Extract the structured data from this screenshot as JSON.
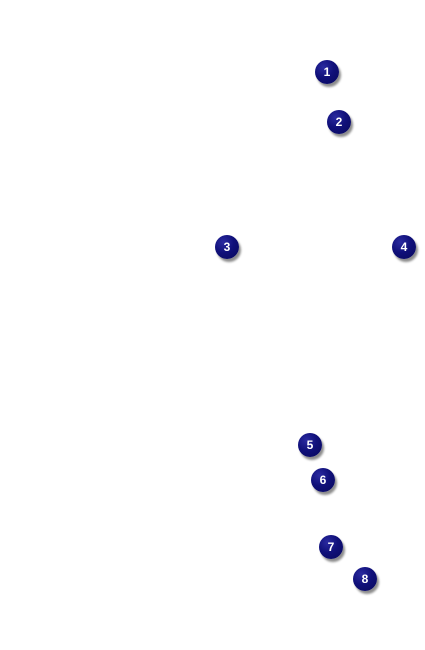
{
  "callouts": [
    {
      "label": "1"
    },
    {
      "label": "2"
    },
    {
      "label": "3"
    },
    {
      "label": "4"
    },
    {
      "label": "5"
    },
    {
      "label": "6"
    },
    {
      "label": "7"
    },
    {
      "label": "8"
    }
  ],
  "colors": {
    "background": "#ffffff",
    "marker_fill": "#10107a",
    "marker_text": "#ffffff"
  }
}
